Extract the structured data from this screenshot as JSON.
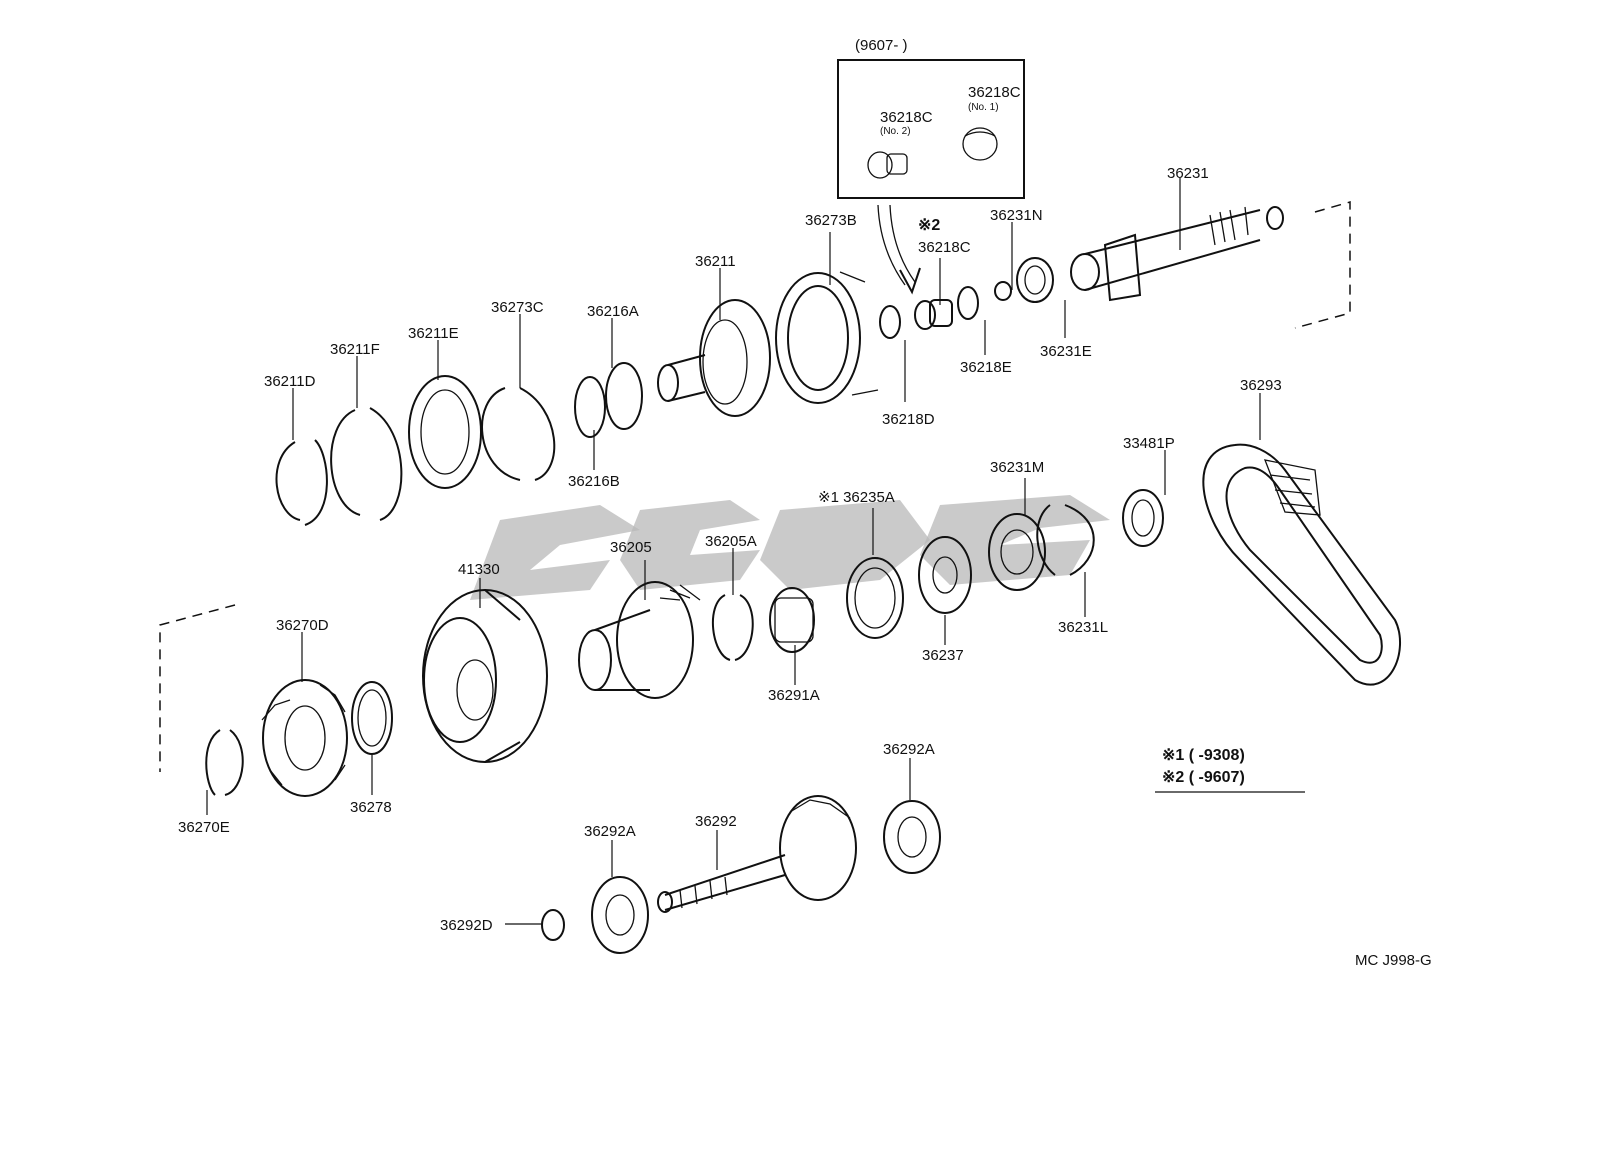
{
  "inset": {
    "range": "(9607-      )",
    "part_no2": "36218C",
    "part_no2_sub": "(No. 2)",
    "part_no1": "36218C",
    "part_no1_sub": "(No. 1)"
  },
  "labels": {
    "p36231": "36231",
    "p36231N": "36231N",
    "p36273B": "36273B",
    "mark2": "※2",
    "p36218C": "36218C",
    "p36211": "36211",
    "p36216A": "36216A",
    "p36273C": "36273C",
    "p36211E": "36211E",
    "p36211F": "36211F",
    "p36211D": "36211D",
    "p36216B": "36216B",
    "p36218D": "36218D",
    "p36218E": "36218E",
    "p36231E": "36231E",
    "p36293": "36293",
    "p33481P": "33481P",
    "p36231M": "36231M",
    "p36235A": "※1 36235A",
    "p36205A": "36205A",
    "p36205": "36205",
    "p41330": "41330",
    "p36270D": "36270D",
    "p36231L": "36231L",
    "p36237": "36237",
    "p36291A": "36291A",
    "p36278": "36278",
    "p36270E": "36270E",
    "p36292A_right": "36292A",
    "p36292": "36292",
    "p36292A_left": "36292A",
    "p36292D": "36292D"
  },
  "legend": {
    "row1": "※1 (      -9308)",
    "row2": "※2 (      -9607)"
  },
  "code": "MC J998-G"
}
